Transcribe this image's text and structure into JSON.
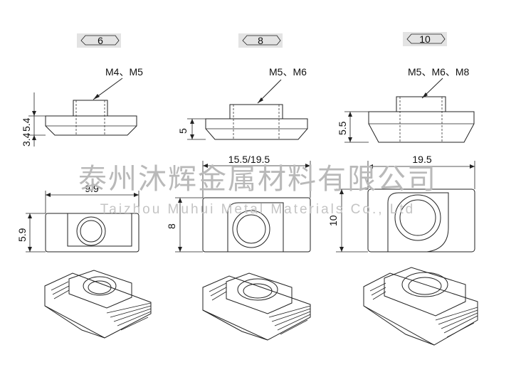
{
  "profiles": [
    {
      "label": "6",
      "thread": "M4、M5",
      "height": "5.4",
      "sub_height": "3.4",
      "width": "9.9",
      "depth": "5.9",
      "top_view_label": ""
    },
    {
      "label": "8",
      "thread": "M5、M6",
      "height": "5",
      "sub_height": "",
      "width": "15.5/19.5",
      "depth": "8",
      "top_view_label": ""
    },
    {
      "label": "10",
      "thread": "M5、M6、M8",
      "height": "5.5",
      "sub_height": "",
      "width": "19.5",
      "depth": "10",
      "top_view_label": ""
    }
  ],
  "watermark": {
    "cn": "泰州沐辉金属材料有限公司",
    "en": "Taizhou Muhui Metal Materials Co., Ltd"
  },
  "colors": {
    "line": "#222222",
    "badge": "#e3e3e3",
    "watermark": "#b9b9b9"
  }
}
